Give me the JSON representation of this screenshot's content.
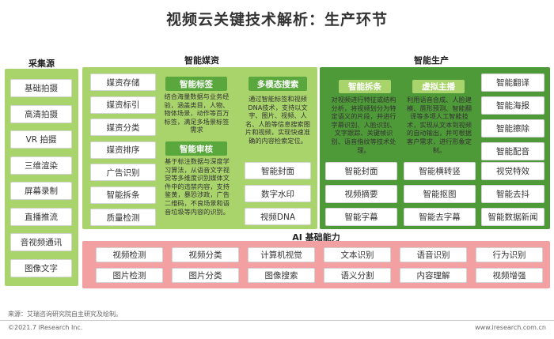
{
  "title": "视频云关键技术解析：生产环节",
  "sections": {
    "collection": "采集源",
    "smart_media": "智能媒资",
    "smart_production": "智能生产",
    "ai_base": "AI 基础能力"
  },
  "collection_items": [
    "基础拍摄",
    "高清拍摄",
    "VR 拍摄",
    "三维渲染",
    "屏幕录制",
    "直播推流",
    "音视频通讯",
    "图像文字"
  ],
  "media_left": [
    "媒资存储",
    "媒资标引",
    "媒资分类",
    "媒资排序",
    "广告识别",
    "智能拆条",
    "质量检测"
  ],
  "smart_tagging": {
    "title": "智能标签",
    "desc": "结合海量数据与业务经验，涵盖类目，人物、物体场景，动作等百万标签，满足多场景标签需求"
  },
  "smart_review": {
    "title": "智能审核",
    "desc": "基于标注数据与深度学习算法，从语音文字视觉等多维度识别媒体文件中的违禁内容，支持鉴黄，暴恐涉政，广告二维码，不良场景和语音垃圾等内容的识别。"
  },
  "multimodal_search": {
    "title": "多模态搜索",
    "desc": "通过智能标签和视频DNA技术，支持以文字、图片、视频、人名、人脸等信息搜索图片和视频，实现快速准确的内容检索定位。"
  },
  "media_bottom": [
    "智能封面",
    "数字水印",
    "视频DNA"
  ],
  "smart_split": {
    "title": "智能拆条",
    "desc": "对视频进行特征或结构分析，将视频划分为特定语义的片段，并进行字幕识别、人脸识别、文字跟踪、关键帧识别、语音指纹等技术处理。"
  },
  "virtual_host": {
    "title": "虚拟主播",
    "desc": "利用语音合成、人脸建模、唇形预测、智能翻译等多项人工智能技术，实现从文本到视频的自动输出，并可根据客户需求，进行形象定制。"
  },
  "production_right": [
    "智能翻译",
    "智能海报",
    "智能擦除",
    "智能配音"
  ],
  "production_grid": [
    [
      "智能封面",
      "智能横转竖",
      "视觉特效"
    ],
    [
      "视频摘要",
      "智能抠图",
      "智能去抖"
    ],
    [
      "智能字幕",
      "智能去字幕",
      "智能数据新闻"
    ]
  ],
  "ai_row1": [
    "视频检测",
    "视频分类",
    "计算机视觉",
    "文本识别",
    "语音识别",
    "行为识别"
  ],
  "ai_row2": [
    "图片检测",
    "图片分类",
    "图像搜索",
    "语义分割",
    "内容理解",
    "视频增强"
  ],
  "source": "来源：艾瑞咨询研究院自主研究及绘制。",
  "copyright": "©2021.7 iResearch Inc.",
  "website": "www.iresearch.com.cn"
}
